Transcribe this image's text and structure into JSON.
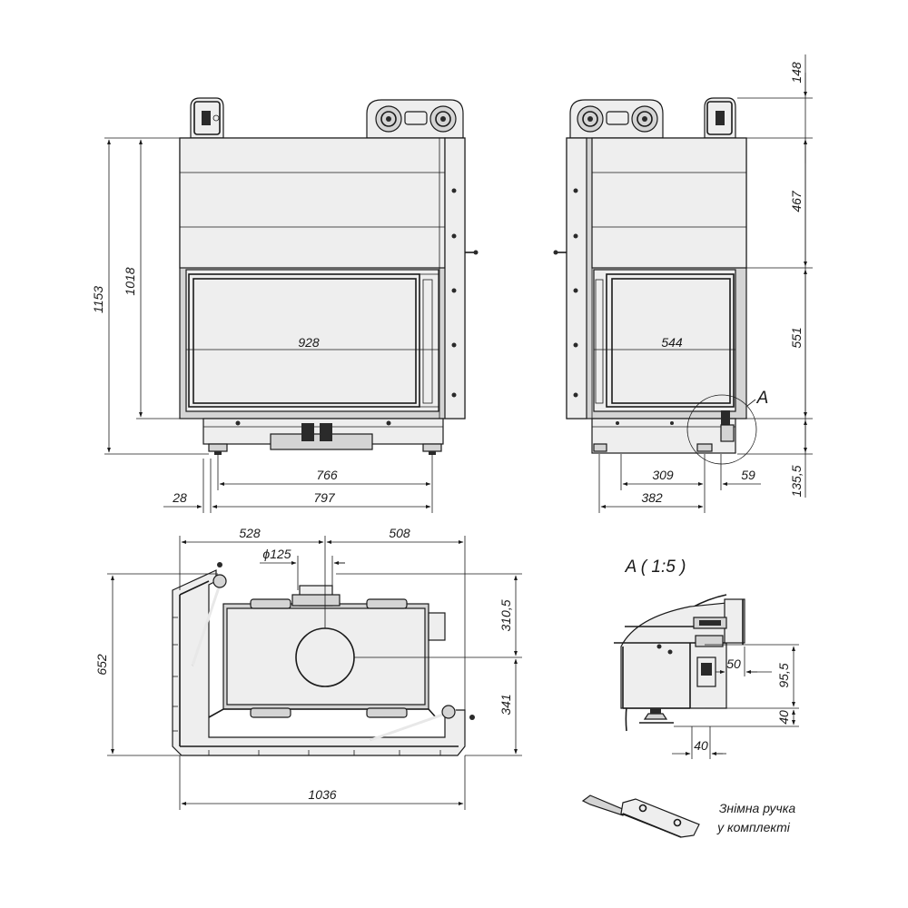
{
  "front_view": {
    "height_total": "1153",
    "height_body": "1018",
    "glass_width": "928",
    "base_inner": "766",
    "base_outer": "797",
    "foot_offset": "28"
  },
  "side_view": {
    "top_ext": "148",
    "upper": "467",
    "glass_height": "551",
    "bottom": "135,5",
    "glass_width": "544",
    "base_inner": "309",
    "base_outer": "382",
    "offset": "59",
    "detail_marker": "A"
  },
  "top_view": {
    "width_left": "528",
    "width_right": "508",
    "flue_diameter": "ϕ125",
    "depth_total": "652",
    "depth_front": "310,5",
    "depth_back": "341",
    "width_total": "1036"
  },
  "detail": {
    "title": "A ( 1:5 )",
    "dim_50": "50",
    "dim_95_5": "95,5",
    "dim_40_v": "40",
    "dim_40_h": "40"
  },
  "handle": {
    "caption_line1": "Знімна ручка",
    "caption_line2": "у комплекті"
  }
}
